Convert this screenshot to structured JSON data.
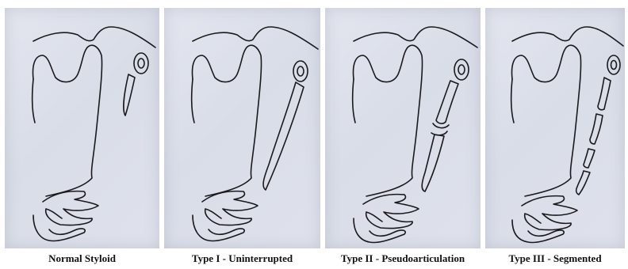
{
  "figure": {
    "panels": [
      {
        "caption": "Normal Styloid",
        "icon": "normal-styloid-drawing"
      },
      {
        "caption": "Type I - Uninterrupted",
        "icon": "type-i-uninterrupted-drawing"
      },
      {
        "caption": "Type II - Pseudoarticulation",
        "icon": "type-ii-pseudoarticulation-drawing"
      },
      {
        "caption": "Type III - Segmented",
        "icon": "type-iii-segmented-drawing"
      }
    ]
  }
}
